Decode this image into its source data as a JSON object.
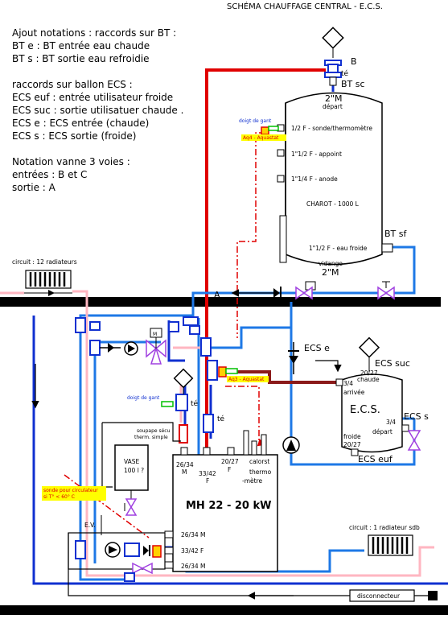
{
  "title": "SCHÉMA CHAUFFAGE CENTRAL - E.C.S.",
  "notes": [
    "Ajout notations : raccords sur BT :",
    "BT e : BT entrée eau chaude",
    "BT s : BT sortie eau refroidie",
    "",
    "raccords sur ballon ECS :",
    "ECS euf : entrée utilisateur froide",
    "ECS suc : sortie utilisatuer chaude .",
    "ECS e : ECS entrée (chaude)",
    "ECS s : ECS sortie (froide)",
    "",
    "Notation vanne 3 voies :",
    "entrées : B et C",
    "sortie : A"
  ],
  "tank": {
    "top_label": "B",
    "te": "té",
    "bt_sc": "BT sc",
    "depart_size": "2\"M",
    "depart": "départ",
    "ports": [
      "1/2 F - sonde/thermomètre",
      "1\"1/2 F - appoint",
      "1\"1/4 F - anode"
    ],
    "name": "CHAROT - 1000 L",
    "port_cold": "1\"1/2 F - eau froide",
    "bt_sf": "BT sf",
    "vidange": "vidange",
    "vidange_size": "2\"M"
  },
  "labels": {
    "doigt_gant": "doigt de gant",
    "aq4": "Aq4 - Aquastat",
    "aq3": "Aq3 - Aquastat",
    "circuit_radiateurs": "circuit : 12 radiateurs",
    "valve_m": "M",
    "letter_a": "A",
    "te2": "té",
    "te3": "té",
    "soupape": "soupape sécu",
    "soupape2": "therm. simple",
    "vase": "VASE",
    "vase_cap": "100 l ?",
    "sonde_line1": "sonde pour circulateur",
    "sonde_line2": "si T° < 60° C",
    "ev": "E.V.",
    "circuit_sdb": "circuit : 1 radiateur sdb",
    "disconnecteur": "disconnecteur"
  },
  "boiler": {
    "name": "MH 22 - 20 kW",
    "top1": "26/34",
    "top1b": "M",
    "top2": "33/42",
    "top2b": "F",
    "top3": "20/27",
    "top3b": "F",
    "calorst": "calorst",
    "thermo1": "thermo",
    "thermo2": "-mètre",
    "side1": "26/34 M",
    "side2": "33/42  F",
    "side3": "26/34 M"
  },
  "ecs": {
    "ecs_e": "ECS e",
    "ecs_suc": "ECS suc",
    "size_top": "20/27",
    "chaude": "chaude",
    "left_size": "3/4",
    "arrivee": "arrivée",
    "name": "E.C.S.",
    "right_size": "3/4",
    "depart": "départ",
    "ecs_s": "ECS s",
    "froide": "froide",
    "size_bottom": "20/27",
    "ecs_euf": "ECS euf"
  },
  "colors": {
    "hot": "#e00000",
    "return": "#1e78e6",
    "cold_blue": "#1030d0",
    "pink": "#ffb6c1",
    "brown": "#8b1a1a",
    "violet": "#a040e0",
    "yellow": "#ffff00"
  }
}
